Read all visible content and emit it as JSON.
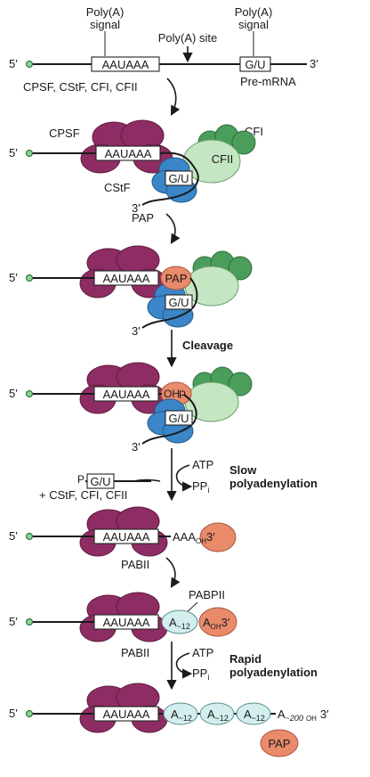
{
  "top": {
    "polya_signal_left": [
      "Poly(A)",
      "signal"
    ],
    "polya_site": "Poly(A) site",
    "polya_signal_right": [
      "Poly(A)",
      "signal"
    ],
    "five_prime": "5′",
    "three_prime": "3′",
    "signal_box": "AAUAAA",
    "gu_box": "G/U",
    "pre_mrna": "Pre-mRNA",
    "factors": "CPSF, CStF, CFI, CFII"
  },
  "stage2": {
    "cpsf": "CPSF",
    "cfi": "CFI",
    "cfii": "CFII",
    "cstf": "CStF",
    "five_prime": "5′",
    "three_prime": "3′",
    "signal_box": "AAUAAA",
    "gu_box": "G/U",
    "step_label": "PAP"
  },
  "stage3": {
    "five_prime": "5′",
    "three_prime": "3′",
    "signal_box": "AAUAAA",
    "pap": "PAP",
    "gu_box": "G/U",
    "step_label": "Cleavage"
  },
  "stage4": {
    "five_prime": "5′",
    "three_prime": "3′",
    "signal_box": "AAUAAA",
    "oh": "OH",
    "p": "P",
    "gu_box": "G/U"
  },
  "slow_step": {
    "atp": "ATP",
    "ppi": "PP",
    "ppi_sub": "i",
    "label": [
      "Slow",
      "polyadenylation"
    ],
    "released_p": "P",
    "released_gu": "G/U",
    "released_factors": "+ CStF, CFI, CFII"
  },
  "stage5": {
    "five_prime": "5′",
    "signal_box": "AAUAAA",
    "tail": "AAA",
    "oh": "OH",
    "three_prime": "3′",
    "step_label": "PABII"
  },
  "stage6": {
    "pabpii": "PABPII",
    "five_prime": "5′",
    "signal_box": "AAUAAA",
    "a12": "A",
    "a12_sub": "~12",
    "a_oh": "A",
    "oh": "OH",
    "three_prime": "3′"
  },
  "rapid_step": {
    "pabii": "PABII",
    "atp": "ATP",
    "ppi": "PP",
    "ppi_sub": "i",
    "label": [
      "Rapid",
      "polyadenylation"
    ]
  },
  "stage7": {
    "five_prime": "5′",
    "signal_box": "AAUAAA",
    "a12": "A",
    "a12_sub": "~12",
    "a200": "A",
    "a200_sub": "~200",
    "oh": "OH",
    "three_prime": "3′",
    "pap": "PAP"
  },
  "colors": {
    "cpsf": "#8e2d63",
    "cstf": "#3a86c8",
    "cfii": "#c4e6c2",
    "cfi": "#4a9d5a",
    "pap": "#e98a6a",
    "pabp": "#d4eeee"
  }
}
